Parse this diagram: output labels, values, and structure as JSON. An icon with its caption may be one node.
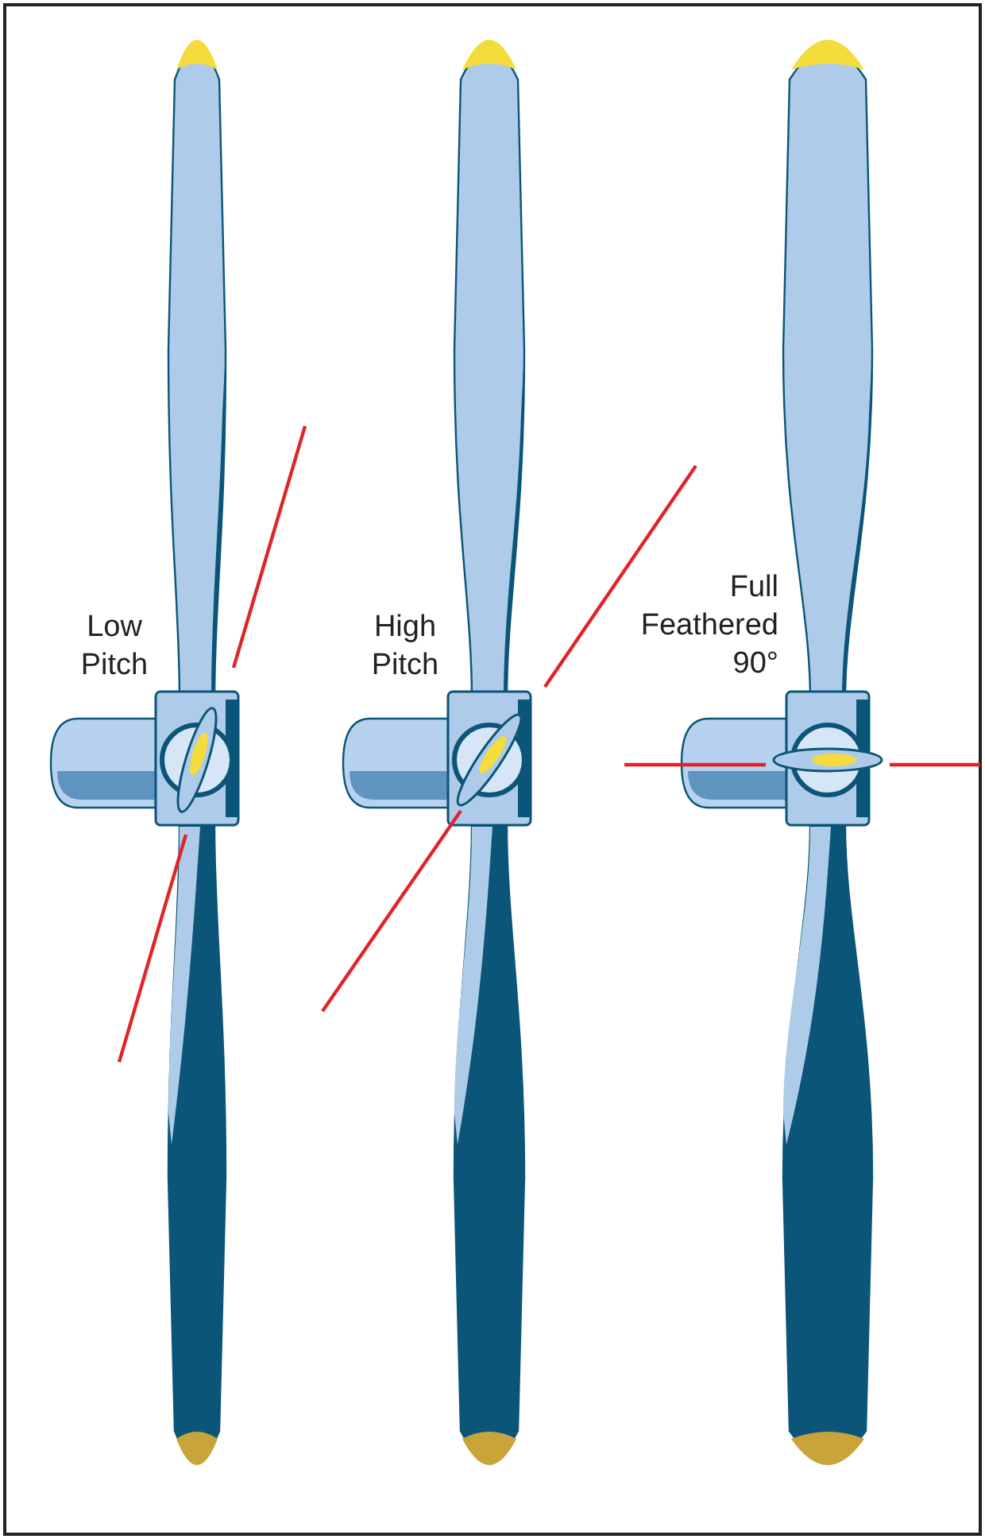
{
  "diagram": {
    "labels": [
      "Low Pitch",
      "High Pitch",
      "Full Feathered 90°"
    ]
  }
}
